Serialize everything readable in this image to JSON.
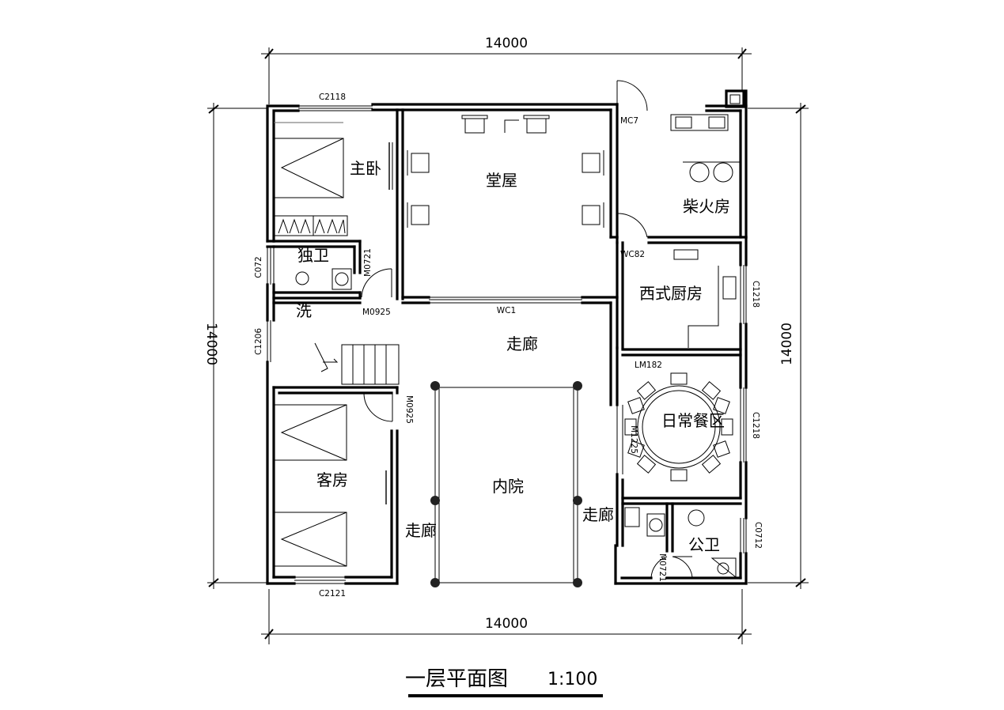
{
  "title": "一层平面图",
  "scale": "1:100",
  "dimensions": {
    "top": "14000",
    "bottom": "14000",
    "left": "14000",
    "right": "14000"
  },
  "rooms": {
    "master_bedroom": "主卧",
    "main_hall": "堂屋",
    "firewood_room": "柴火房",
    "private_bath": "独卫",
    "western_kitchen": "西式厨房",
    "wash": "洗",
    "corridor_top": "走廊",
    "dining": "日常餐区",
    "guest_room": "客房",
    "courtyard": "内院",
    "corridor_left": "走廊",
    "corridor_right": "走廊",
    "public_bath": "公卫"
  },
  "labels": {
    "w_top_left": "C2118",
    "w_bottom_left": "C2121",
    "door_top_right": "MC7",
    "door_kitchen": "WC82",
    "door_dining": "LM182",
    "w_private_bath": "C072",
    "door_private_bath": "M0721",
    "door_wash": "M0925",
    "hall_window": "WC1",
    "w_stair": "C1206",
    "door_guest": "M0925",
    "w_kitchen": "C1218",
    "w_dining": "C1218",
    "door_dining_side": "M1225",
    "w_public_bath": "C0712",
    "door_public_bath": "M0721"
  }
}
